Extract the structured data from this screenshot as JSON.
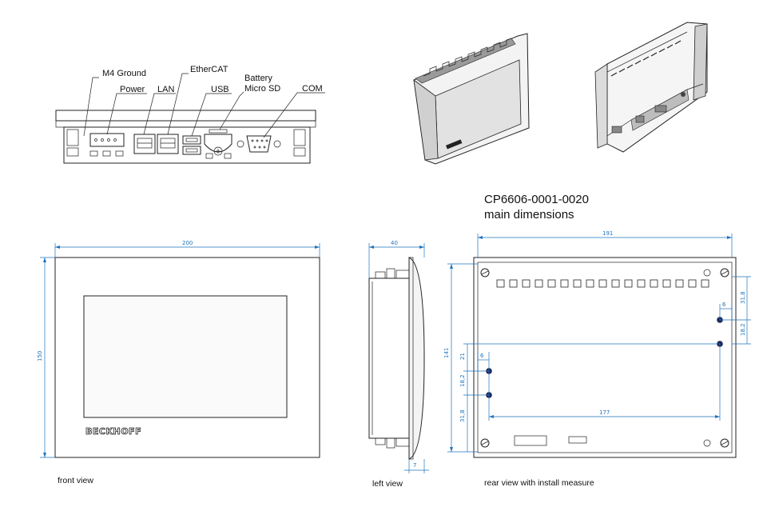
{
  "port_labels": {
    "m4_ground": "M4 Ground",
    "power": "Power",
    "lan": "LAN",
    "ethercat": "EtherCAT",
    "usb": "USB",
    "battery": "Battery",
    "micro_sd": "Micro SD",
    "com": "COM"
  },
  "title": {
    "model": "CP6606-0001-0020",
    "subtitle": "main dimensions"
  },
  "captions": {
    "front": "front view",
    "left": "left view",
    "rear": "rear view with install measure"
  },
  "brand": "BECKHOFF",
  "dimensions": {
    "front_width": "200",
    "front_height": "150",
    "side_depth": "40",
    "side_front": "7",
    "rear_width": "191",
    "rear_height": "141",
    "rear_hole_span": "177",
    "rear_right_top": "31,8",
    "rear_right_mid": "18,2",
    "rear_right_offset": "6",
    "rear_left_top": "21",
    "rear_left_mid": "18,2",
    "rear_left_bottom": "31,8",
    "rear_left_offset": "6"
  },
  "colors": {
    "dimension": "#1e73be",
    "line": "#222222"
  }
}
